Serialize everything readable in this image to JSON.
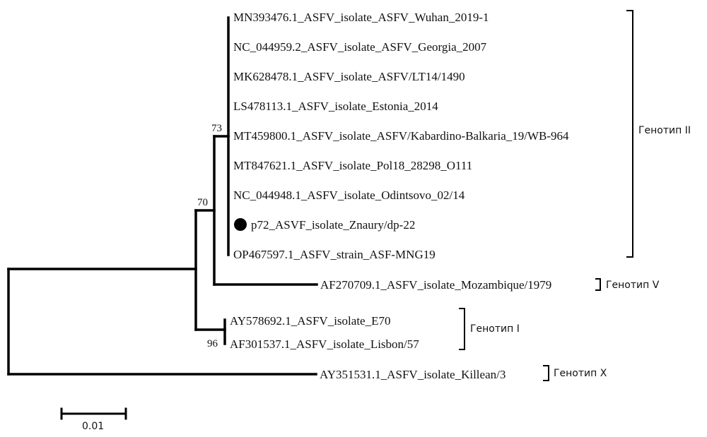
{
  "tree": {
    "genotype_ii_taxa": [
      "MN393476.1_ASFV_isolate_ASFV_Wuhan_2019-1",
      "NC_044959.2_ASFV_isolate_ASFV_Georgia_2007",
      "MK628478.1_ASFV_isolate_ASFV/LT14/1490",
      "LS478113.1_ASFV_isolate_Estonia_2014",
      "MT459800.1_ASFV_isolate_ASFV/Kabardino-Balkaria_19/WB-964",
      "MT847621.1_ASFV_isolate_Pol18_28298_O111",
      "NC_044948.1_ASFV_isolate_Odintsovo_02/14",
      "p72_ASVF_isolate_Znaury/dp-22",
      "OP467597.1_ASFV_strain_ASF-MNG19"
    ],
    "genotype_v_taxon": "AF270709.1_ASFV_isolate_Mozambique/1979",
    "genotype_i_taxa": [
      "AY578692.1_ASFV_isolate_E70",
      "AF301537.1_ASFV_isolate_Lisbon/57"
    ],
    "genotype_x_taxon": "AY351531.1_ASFV_isolate_Killean/3",
    "bootstrap": {
      "node_73": "73",
      "node_70": "70",
      "node_96": "96"
    },
    "genotype_labels": {
      "ii": "Генотип II",
      "v": "Генотип V",
      "i": "Генотип I",
      "x": "Генотип X"
    },
    "scale_bar_label": "0.01",
    "highlight_marker": "filled-circle"
  }
}
